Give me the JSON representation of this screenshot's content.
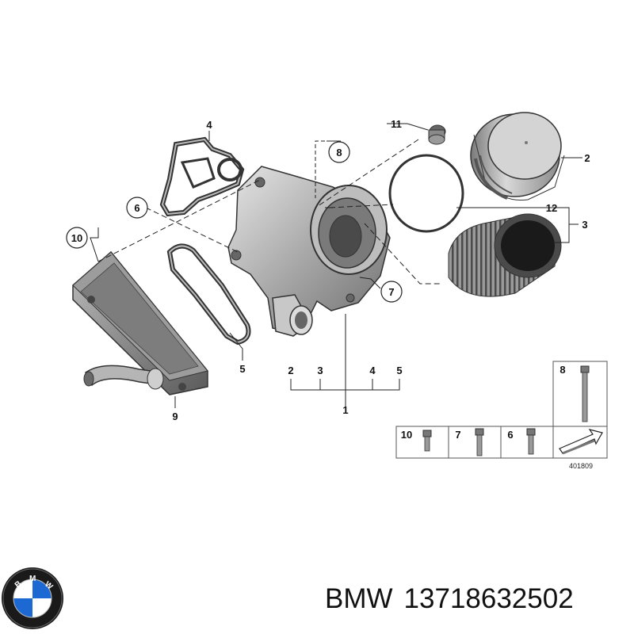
{
  "callouts": {
    "c1": "1",
    "c2": "2",
    "c3": "3",
    "c4": "4",
    "c5": "5",
    "c6": "6",
    "c7": "7",
    "c8": "8",
    "c9": "9",
    "c10": "10",
    "c11": "11",
    "c12": "12",
    "g2": "2",
    "g3": "3",
    "g4": "4",
    "g5": "5"
  },
  "legend": {
    "top_label": "8",
    "cells": [
      "10",
      "7",
      "6"
    ]
  },
  "reference_number": "401809",
  "caption": {
    "brand": "BMW",
    "part_number": "13718632502"
  },
  "logo": {
    "letters": "BMW",
    "colors": {
      "blue": "#1c69d4",
      "white": "#ffffff",
      "ring": "#1a1a1a"
    }
  },
  "colors": {
    "line": "#222222",
    "part_dark": "#555555",
    "part_mid": "#8a8a8a",
    "part_light": "#cfcfcf"
  }
}
